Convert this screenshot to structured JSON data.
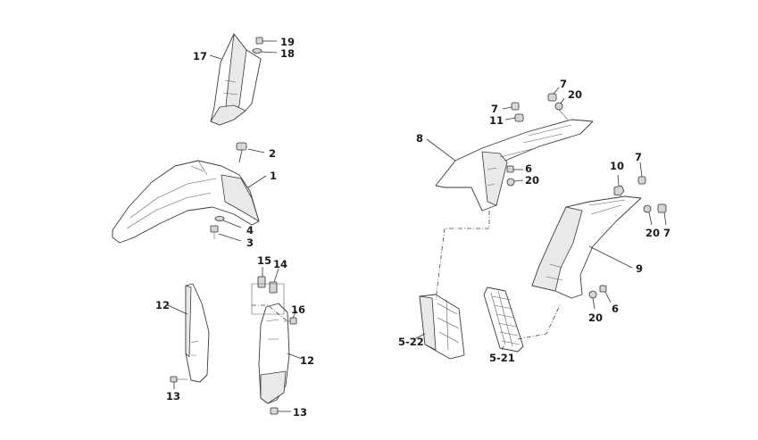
{
  "callouts": {
    "c17": "17",
    "c19": "19",
    "c18": "18",
    "c2": "2",
    "c1": "1",
    "c4": "4",
    "c3": "3",
    "c15": "15",
    "c14": "14",
    "c16": "16",
    "c12_left": "12",
    "c12_right": "12",
    "c13_left": "13",
    "c13_right": "13",
    "c8": "8",
    "c7_a": "7",
    "c20_a": "20",
    "c7_b": "7",
    "c11": "11",
    "c6_a": "6",
    "c20_b": "20",
    "c10": "10",
    "c7_c": "7",
    "c20_c": "20",
    "c7_d": "7",
    "c9": "9",
    "c20_d": "20",
    "c6_b": "6",
    "c5_22": "5-22",
    "c5_21": "5-21"
  }
}
